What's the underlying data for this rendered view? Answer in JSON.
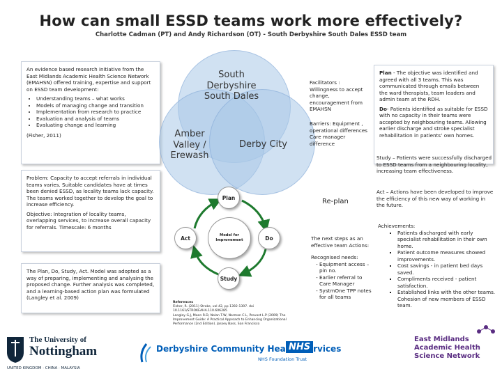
{
  "header": {
    "title": "How can small ESSD teams work more effectively?",
    "subtitle": "Charlotte Cadman (PT) and Andy Richardson (OT) - South Derbyshire South Dales ESSD team"
  },
  "intro_box": {
    "text": "An evidence based research initiative from the East Midlands Academic Health Science Network (EMAHSN) offered training, expertise and support on ESSD team development:",
    "bullets": [
      "Understanding teams – what works",
      "Models of managing change and transition",
      "Implementation from research to practice",
      "Evaluation and analysis of teams",
      "Evaluating change and learning"
    ],
    "citation": "(Fisher, 2011)"
  },
  "venn": {
    "top": "South Derbyshire South Dales",
    "left": "Amber Valley / Erewash",
    "right": "Derby City"
  },
  "facilitators": {
    "facilitators_text": "Facilitators : Willingness to accept change, encouragement from EMAHSN",
    "barriers_text": "Barriers: Equipment , operational differences Care manager difference"
  },
  "plan_do_box": {
    "plan_label": "Plan",
    "plan_text": " - The objective was identified and agreed with all 3 teams. This was communicated through emails between the ward therapists, team leaders and admin team at the RDH.",
    "do_label": "Do",
    "do_text": "- Patients identified as suitable for ESSD with no capacity in their teams were accepted by neighbouring teams. Allowing earlier discharge and stroke specialist rehabilitation in patients’ own homes."
  },
  "study_text": "Study – Patients were successfully discharged to ESSD teams from a neighbouring locality, increasing team effectiveness.",
  "act_text": "Act – Actions have been developed to improve the efficiency of this new way of working in the future.",
  "problem_box": {
    "problem": "Problem: Capacity to accept referrals in individual teams varies. Suitable candidates have at times been denied ESSD, as locality teams lack capacity. The teams worked together to develop the goal to increase efficiency.",
    "objective": "Objective: Integration of locality teams, overlapping services, to increase overall capacity for referrals. Timescale: 6 months"
  },
  "pdsa_box": {
    "text": "The Plan, Do, Study, Act. Model was adopted as a way of preparing, implementing and analysing the proposed change. Further analysis was completed, and a learning-based action plan was formulated (Langley et al. 2009)"
  },
  "cycle": {
    "plan": "Plan",
    "do": "Do",
    "study": "Study",
    "act": "Act",
    "center": "Model for Improvement",
    "replan": "Re-plan"
  },
  "next_steps": {
    "heading": "The next steps as an effective team Actions:",
    "needs_heading": "Recognised needs:",
    "needs": [
      "Equipment access – pin no.",
      "Earlier referral to Care Manager",
      "SystmOne TPP notes for all teams"
    ]
  },
  "achievements": {
    "heading": "Achievements:",
    "items": [
      "Patients discharged with early specialist rehabilitation in their own home.",
      "Patient outcome measures showed improvements.",
      "Cost savings - in patient bed days saved.",
      "Compliments received - patient satisfaction.",
      "Established links with the other teams. Cohesion of new members of ESSD team."
    ]
  },
  "references": {
    "heading": "References",
    "lines": [
      "Fisher, R. (2011) Stroke, vol 42, pp 1392-1397. doi",
      "10.1161/STROKEAHA.110.606285",
      "Langley G.J, Moen R.D, Nolan T.W, Norman C.L, Provost L.P (2009) The",
      "Improvement Guide: A Practical Approach to Enhancing Organizational",
      "Performance (2nd Edition). Jossey Bass, San Francisco"
    ]
  },
  "logos": {
    "nottingham_line1": "The University of",
    "nottingham_line2": "Nottingham",
    "nottingham_line3": "UNITED KINGDOM · CHINA · MALAYSIA",
    "dchs_name": "Derbyshire Community Health Services",
    "nhs": "NHS",
    "trust": "NHS Foundation Trust",
    "emahsn_line1": "East Midlands",
    "emahsn_line2": "Academic Health",
    "emahsn_line3": "Science Network"
  },
  "colors": {
    "venn_fill": "#aac8e8",
    "arrow_green": "#1e7a2e",
    "nhs_blue": "#005eb8",
    "emahsn_purple": "#5a2d82",
    "nottingham_blue": "#10263b"
  }
}
